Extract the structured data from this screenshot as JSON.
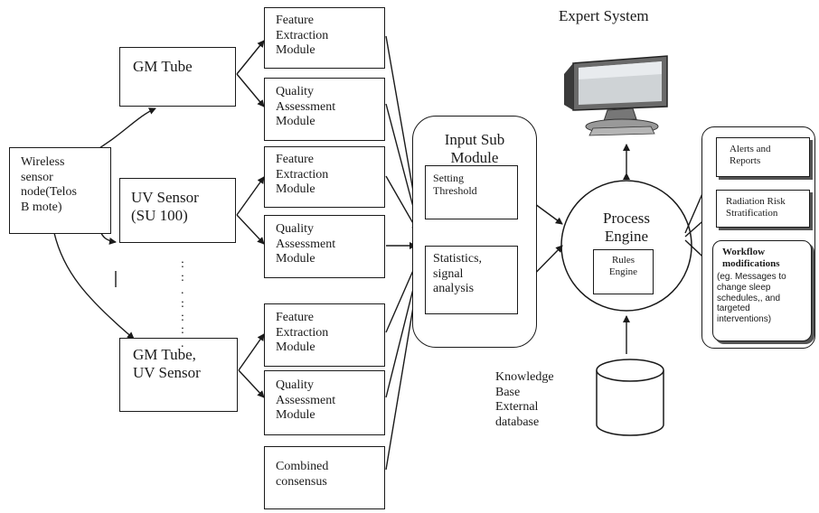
{
  "header": {
    "title": "Expert System"
  },
  "sensor_node": {
    "label": "Wireless\nsensor\nnode(Telos\nB mote)"
  },
  "sensors": [
    {
      "label": "GM Tube"
    },
    {
      "label": "UV Sensor\n(SU 100)"
    },
    {
      "label": "GM Tube,\nUV Sensor"
    }
  ],
  "vertical_dots": ":\n:\n.\n:\n:\n:\n.",
  "modules": {
    "feature_extraction": "Feature\nExtraction\nModule",
    "quality_assessment": "Quality\nAssessment\nModule",
    "combined_consensus": "Combined\nconsensus"
  },
  "input_sub_module": {
    "title": "Input Sub\nModule",
    "items": [
      "Setting\nThreshold",
      "Statistics,\nsignal\nanalysis"
    ]
  },
  "process_engine": {
    "title": "Process\nEngine",
    "rules_engine": "Rules\nEngine"
  },
  "knowledge_base": {
    "label": "Knowledge\nBase\nExternal\ndatabase"
  },
  "outputs": {
    "alerts": "Alerts and\nReports",
    "radiation": "Radiation Risk\nStratification",
    "workflow_title": "Workflow\nmodifications",
    "workflow_detail": "(eg. Messages to\nchange sleep\nschedules,, and\ntargeted\ninterventions)"
  },
  "icons": [
    "computer-monitor-icon",
    "database-cylinder-icon"
  ]
}
